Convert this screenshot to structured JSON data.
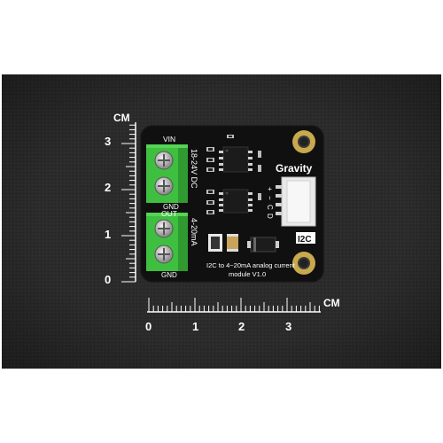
{
  "ruler": {
    "unit": "CM",
    "vertical_ticks": [
      "0",
      "1",
      "2",
      "3"
    ],
    "horizontal_ticks": [
      "0",
      "1",
      "2",
      "3"
    ]
  },
  "board": {
    "brand": "Gravity",
    "interface": "I2C",
    "terminal_top": {
      "label_top": "VIN",
      "label_side": "18-24V DC",
      "label_bottom": "GND"
    },
    "terminal_bottom": {
      "label_top": "OUT",
      "label_side": "4-20mA",
      "label_bottom": "GND"
    },
    "pins": [
      "+",
      "−",
      "C",
      "D"
    ],
    "caption_line1": "I2C to 4~20mA analog current",
    "caption_line2": "module V1.0"
  },
  "colors": {
    "background": "#2b2b2b",
    "pcb": "#121212",
    "terminal": "#3fbf3f",
    "mount_ring": "#c8a94d"
  }
}
